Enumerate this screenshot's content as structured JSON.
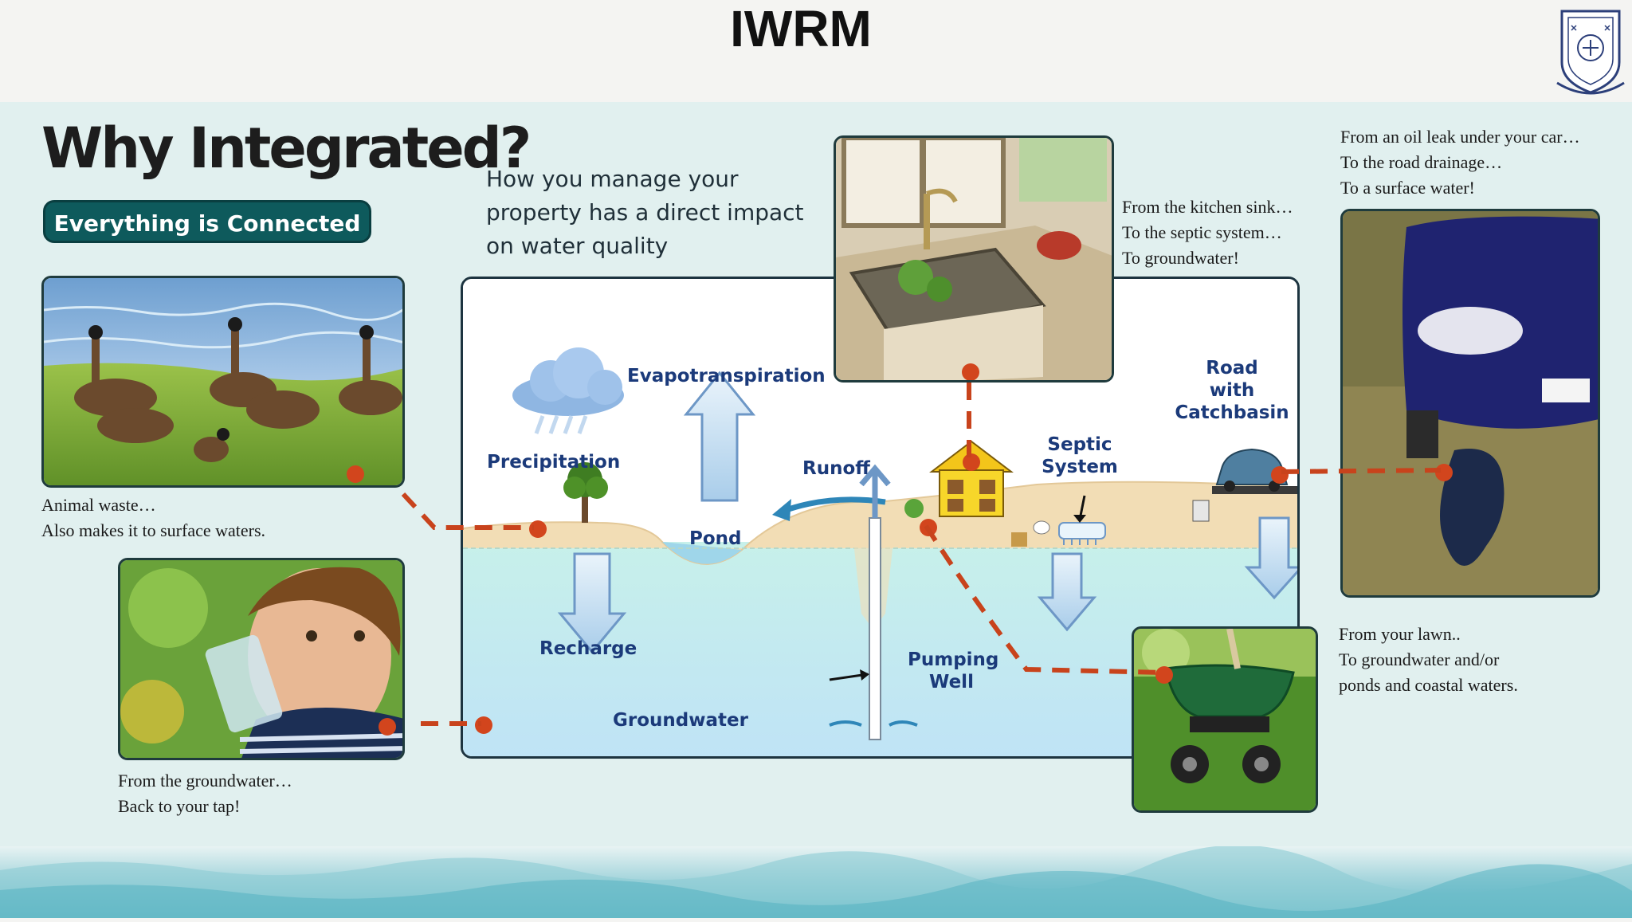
{
  "slide": {
    "title": "IWRM",
    "heading": "Why Integrated?",
    "badge": "Everything is Connected",
    "intro": "How you manage your property has a direct impact on water quality"
  },
  "captions": {
    "geese": [
      "Animal waste…",
      "Also makes it to surface waters."
    ],
    "child": [
      "From the groundwater…",
      "Back to your tap!"
    ],
    "kitchen": [
      "From the kitchen sink…",
      "To the septic system…",
      "To groundwater!"
    ],
    "car": [
      "From an oil leak under your car…",
      "To the road drainage…",
      "To a surface water!"
    ],
    "lawn": [
      "From your lawn..",
      "To groundwater and/or",
      "ponds and coastal waters."
    ]
  },
  "diagram": {
    "precipitation": "Precipitation",
    "evapotranspiration": "Evapotranspiration",
    "runoff": "Runoff",
    "pond": "Pond",
    "recharge": "Recharge",
    "groundwater": "Groundwater",
    "pumping_well": [
      "Pumping",
      "Well"
    ],
    "septic_system": [
      "Septic",
      "System"
    ],
    "road": [
      "Road",
      "with",
      "Catchbasin"
    ]
  },
  "colors": {
    "panel": "#e1f0ef",
    "badge": "#0e5a5c",
    "label": "#1b3a7a",
    "connector": "#c8431c",
    "ground": "#f2ddb5",
    "water": "#c9ecf0"
  }
}
